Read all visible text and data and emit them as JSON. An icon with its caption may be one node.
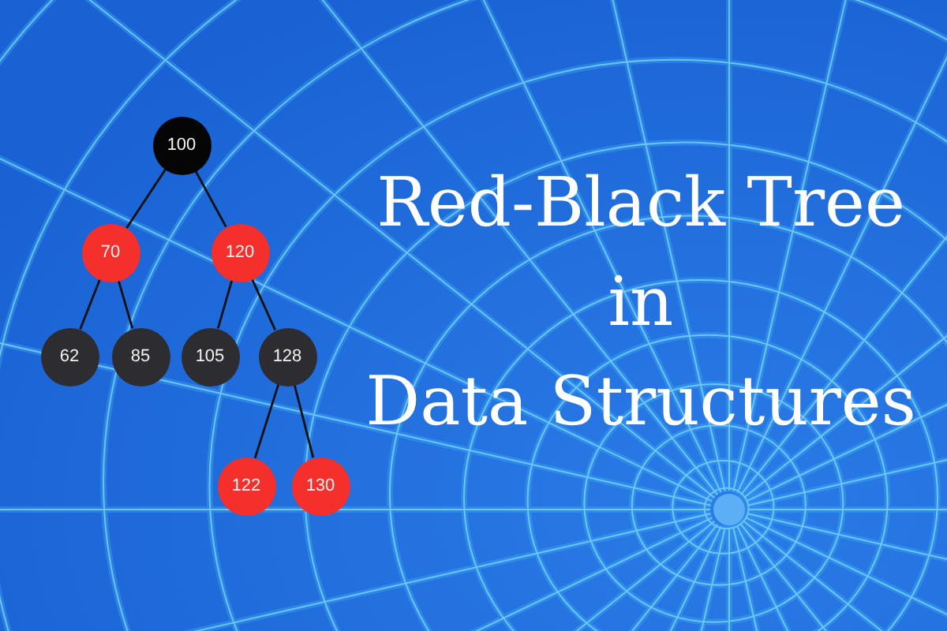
{
  "diagram": {
    "title": "Red-Black Tree in Data Structures",
    "nodes": [
      {
        "text": [
          "100"
        ]
      },
      {
        "text": [
          "70"
        ]
      },
      {
        "text": [
          "120"
        ]
      },
      {
        "text": [
          "62"
        ]
      },
      {
        "text": [
          "85"
        ]
      },
      {
        "text": [
          "105"
        ]
      },
      {
        "text": [
          "128"
        ]
      },
      {
        "text": [
          "122"
        ]
      },
      {
        "text": [
          "130"
        ]
      }
    ],
    "edges": [
      {
        "from": 0,
        "to": 1,
        "arrow": "none"
      },
      {
        "from": 0,
        "to": 2,
        "arrow": "none"
      },
      {
        "from": 1,
        "to": 3,
        "arrow": "none"
      },
      {
        "from": 1,
        "to": 4,
        "arrow": "none"
      },
      {
        "from": 2,
        "to": 5,
        "arrow": "none"
      },
      {
        "from": 2,
        "to": 6,
        "arrow": "none"
      },
      {
        "from": 6,
        "to": 7,
        "arrow": "none"
      },
      {
        "from": 6,
        "to": 8,
        "arrow": "none"
      }
    ]
  }
}
